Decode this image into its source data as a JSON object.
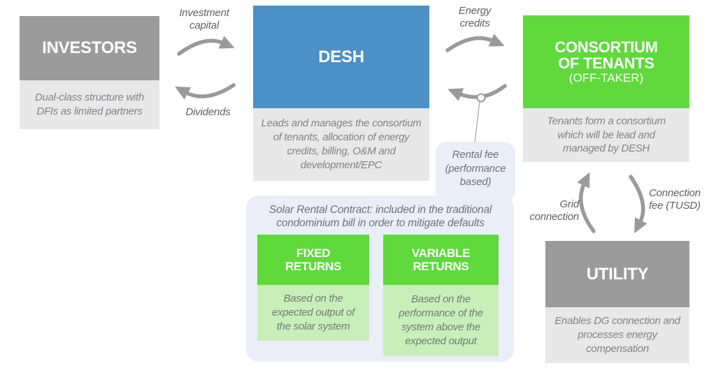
{
  "diagram": {
    "nodes": {
      "investors": {
        "title": "INVESTORS",
        "description": "Dual-class structure with DFIs as limited partners"
      },
      "desh": {
        "title": "DESH",
        "description": "Leads and manages the consortium of tenants, allocation of energy credits, billing, O&M and development/EPC"
      },
      "consortium": {
        "title": "CONSORTIUM OF TENANTS",
        "subtitle": "(OFF-TAKER)",
        "description": "Tenants form a consortium which will be lead and managed by DESH"
      },
      "utility": {
        "title": "UTILITY",
        "description": "Enables DG connection and processes energy compensation"
      },
      "fixed_returns": {
        "title": "FIXED RETURNS",
        "description": "Based on the expected output of the solar system"
      },
      "variable_returns": {
        "title": "VARIABLE RETURNS",
        "description": "Based on the performance of the system above the expected output"
      }
    },
    "contract_note": "Solar Rental Contract: included in the traditional condominium bill in order to mitigate defaults",
    "flow_labels": {
      "investment_capital": "Investment capital",
      "dividends": "Dividends",
      "energy_credits": "Energy credits",
      "rental_fee": "Rental fee (performance based)",
      "grid_connection": "Grid connection",
      "connection_fee": "Connection fee (TUSD)"
    },
    "colors": {
      "gray_header": "#9b9b9b",
      "light_gray_body": "#e8e8e8",
      "blue_header": "#4b90c6",
      "green_header": "#5fd93c",
      "light_green_body": "#c9efb9",
      "panel_blue": "#eaeef8",
      "arrow_gray": "#9a9a9a"
    }
  }
}
